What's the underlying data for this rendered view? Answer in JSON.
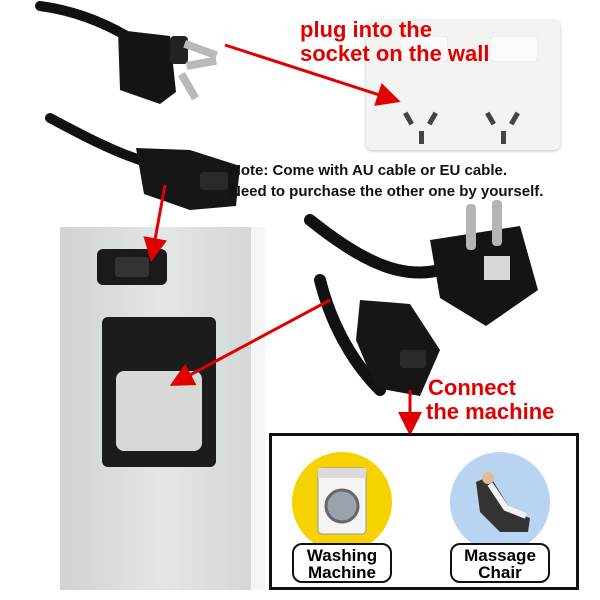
{
  "instructions": {
    "plug_line1": "plug into the",
    "plug_line2": "socket on the wall",
    "connect_line1": "Connect",
    "connect_line2": "the machine"
  },
  "note": {
    "line1": "Note: Come with AU cable or EU cable.",
    "line2": "Need to purchase the other one by yourself."
  },
  "appliances": [
    {
      "line1": "Washing",
      "line2": "Machine"
    },
    {
      "line1": "Massage",
      "line2": "Chair"
    }
  ],
  "colors": {
    "instruction_red": "#e00000",
    "washer_bg": "#f5d200",
    "chair_bg": "#b8d4f1"
  }
}
